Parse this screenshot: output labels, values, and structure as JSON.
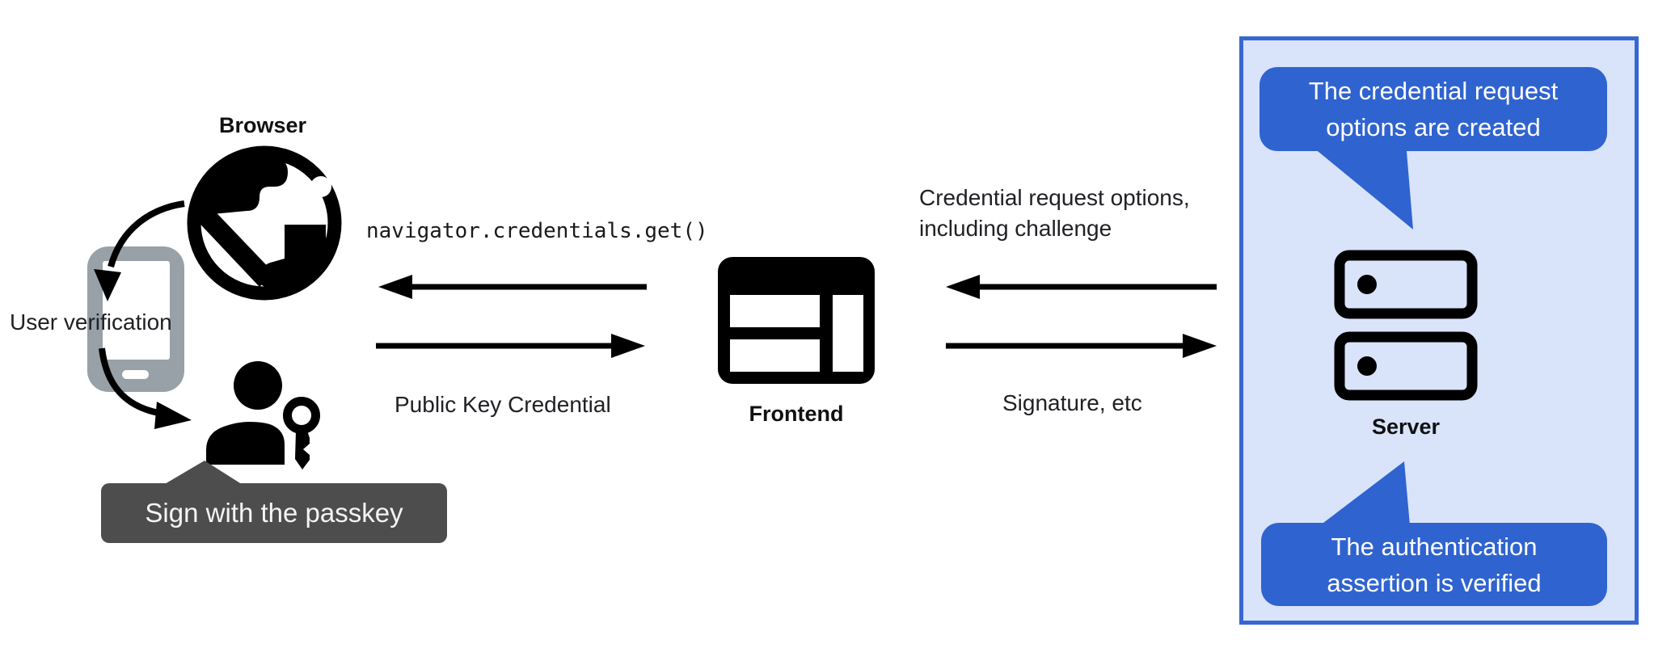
{
  "title": "Passkey authentication flow diagram",
  "colors": {
    "icon_black": "#000000",
    "accent_blue": "#2f63cf",
    "panel_bg": "#d9e3fa",
    "panel_border": "#3767d1",
    "tooltip_bg": "#4d4d4d",
    "phone_gray": "#98a0a8"
  },
  "labels": {
    "browser": "Browser",
    "user_verification": "User verification",
    "code": "navigator.credentials.get()",
    "public_key": "Public Key Credential",
    "frontend": "Frontend",
    "request_line1": "Credential request options,",
    "request_line2": "including challenge",
    "signature": "Signature, etc",
    "server": "Server",
    "tooltip": "Sign with the passkey",
    "bubble_top_line1": "The credential request",
    "bubble_top_line2": "options are created",
    "bubble_bottom_line1": "The authentication",
    "bubble_bottom_line2": "assertion is verified"
  }
}
